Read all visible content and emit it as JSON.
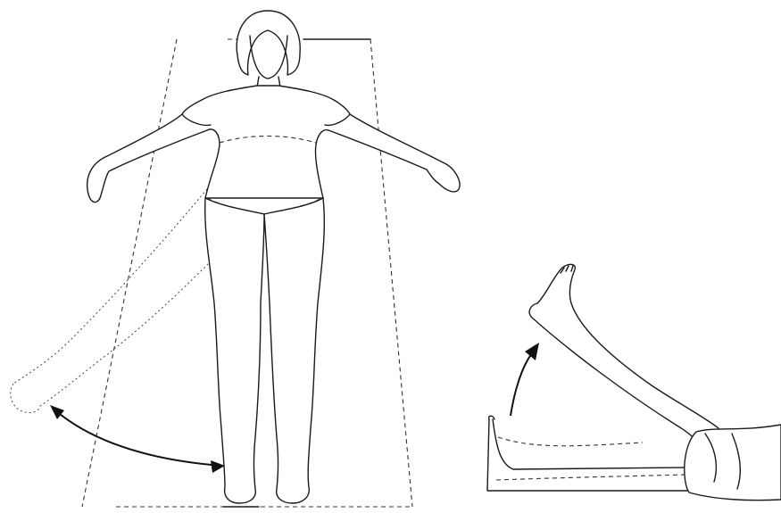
{
  "figures": [
    {
      "id": "hip-abduction-supine",
      "icon": "supine-figure-leg-abduction"
    },
    {
      "id": "straight-leg-raise",
      "icon": "leg-raise-with-splint"
    }
  ]
}
